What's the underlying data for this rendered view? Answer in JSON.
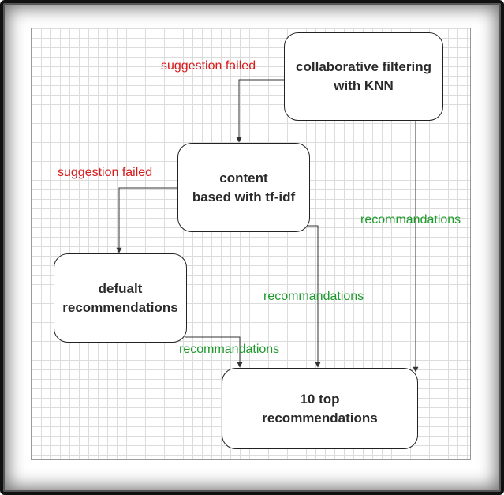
{
  "colors": {
    "fail": "#d81b1b",
    "rec": "#1c9a2a",
    "edge": "#333333"
  },
  "nodes": {
    "knn": "collaborative filtering\nwith KNN",
    "tfidf": "content\nbased with tf-idf",
    "default": "defualt\nrecommendations",
    "top": "10 top\nrecommendations"
  },
  "edges": {
    "knn_to_tfidf": "suggestion failed",
    "tfidf_to_default": "suggestion failed",
    "knn_to_top": "recommandations",
    "tfidf_to_top": "recommandations",
    "default_to_top": "recommandations"
  }
}
